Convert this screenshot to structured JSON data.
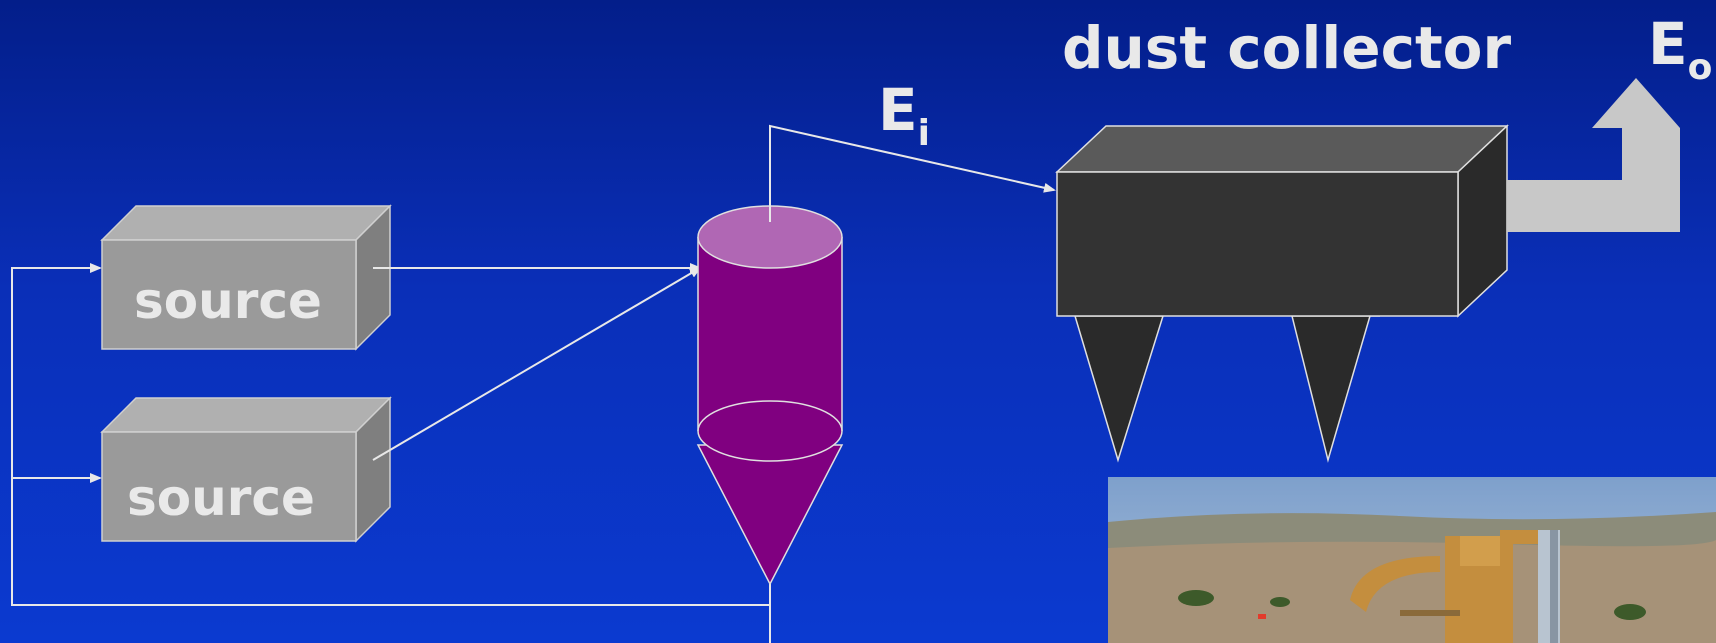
{
  "labels": {
    "source_top": "source",
    "source_bottom": "source",
    "dust_collector": "dust collector",
    "e_in_main": "E",
    "e_in_sub": "i",
    "e_out_main": "E",
    "e_out_sub": "o"
  },
  "colors": {
    "background_top": "#031e8a",
    "background_bottom": "#0b3ad0",
    "source_front": "#9a9a9a",
    "source_top": "#b0b0b0",
    "source_side": "#7f7f7f",
    "cyclone_body": "#800080",
    "cyclone_top": "#b067b4",
    "collector_front": "#333333",
    "collector_top": "#5a5a5a",
    "collector_side": "#2a2a2a",
    "outlet_arrow": "#c8c8c8",
    "line": "#e8e8e8"
  },
  "photo": {
    "description_icon": "cyclone-dust-collector-photo"
  }
}
